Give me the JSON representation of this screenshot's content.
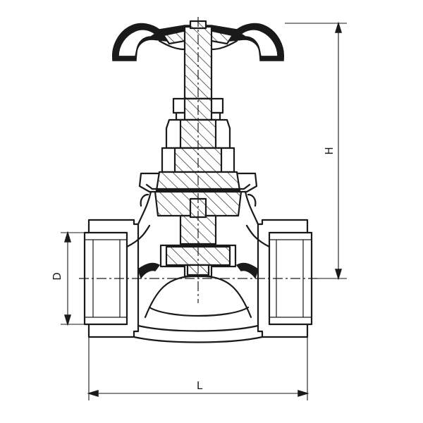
{
  "diagram": {
    "labels": {
      "height": "H",
      "diameter": "D",
      "length": "L"
    },
    "line_color": "#1a1a1a",
    "background": "#ffffff"
  }
}
